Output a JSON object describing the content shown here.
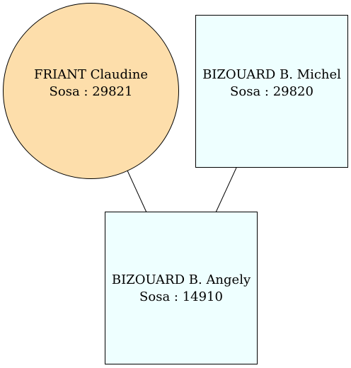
{
  "nodes": [
    {
      "id": "claudine",
      "name": "FRIANT Claudine",
      "sosa": "Sosa : 29821",
      "shape": "circle",
      "fill": "#fddeab"
    },
    {
      "id": "michel",
      "name": "BIZOUARD B. Michel",
      "sosa": "Sosa : 29820",
      "shape": "square",
      "fill": "#eeffff"
    },
    {
      "id": "angely",
      "name": "BIZOUARD B. Angely",
      "sosa": "Sosa : 14910",
      "shape": "square",
      "fill": "#eeffff"
    }
  ],
  "edges": [
    {
      "from": "claudine",
      "to": "angely"
    },
    {
      "from": "michel",
      "to": "angely"
    }
  ],
  "colors": {
    "background": "#ffffff",
    "stroke": "#000000"
  }
}
